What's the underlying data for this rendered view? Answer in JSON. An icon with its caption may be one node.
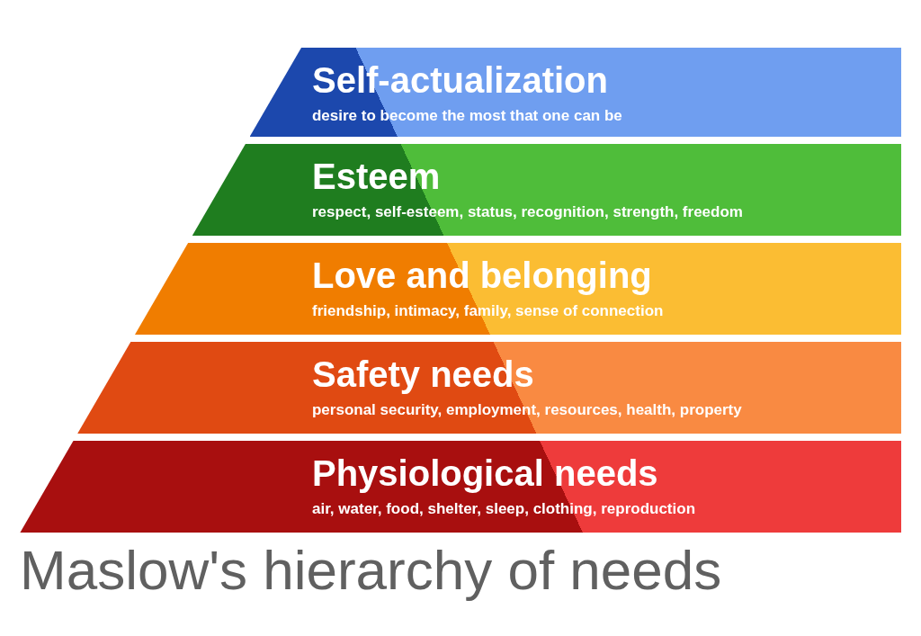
{
  "diagram": {
    "title": "Maslow's hierarchy of needs",
    "nodes": [
      {
        "text": [
          "Self-actualization",
          "desire to become the most that one can be"
        ]
      },
      {
        "text": [
          "Esteem",
          "respect, self-esteem, status, recognition, strength, freedom"
        ]
      },
      {
        "text": [
          "Love and belonging",
          "friendship, intimacy, family, sense of connection"
        ]
      },
      {
        "text": [
          "Safety needs",
          "personal security, employment, resources, health, property"
        ]
      },
      {
        "text": [
          "Physiological needs",
          "air, water, food, shelter, sleep, clothing, reproduction"
        ]
      }
    ]
  }
}
